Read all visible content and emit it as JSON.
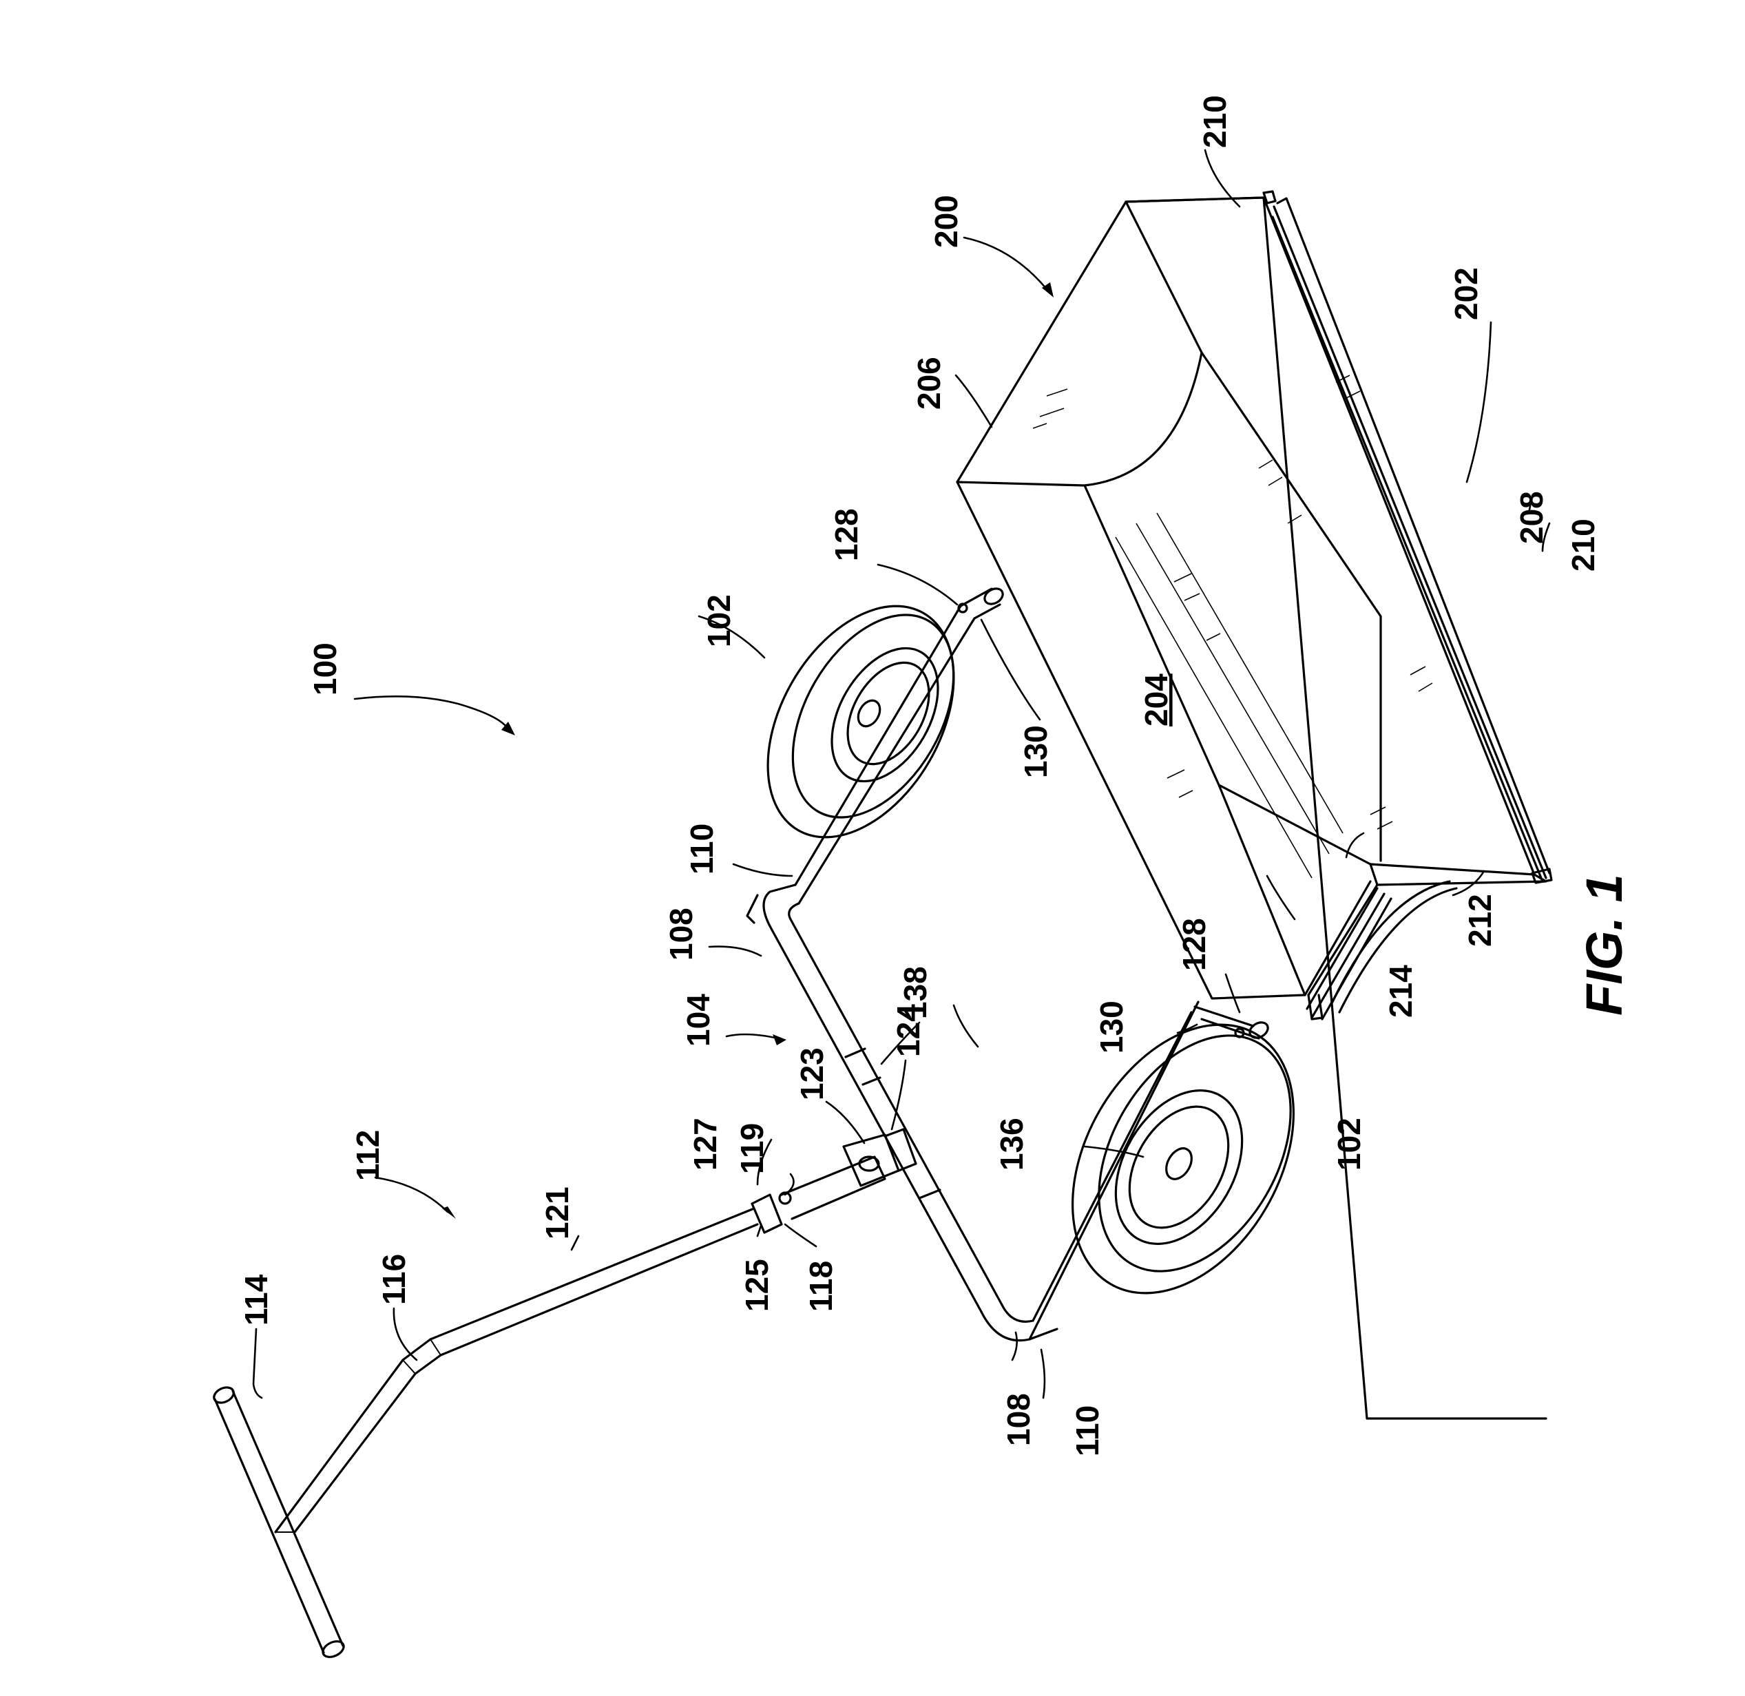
{
  "figure_title": "FIG. 1",
  "labels": {
    "l100": "100",
    "l102a": "102",
    "l102b": "102",
    "l104": "104",
    "l108a": "108",
    "l108b": "108",
    "l110a": "110",
    "l110b": "110",
    "l112": "112",
    "l114": "114",
    "l116": "116",
    "l118": "118",
    "l119": "119",
    "l121": "121",
    "l123": "123",
    "l124": "124",
    "l125": "125",
    "l127": "127",
    "l128a": "128",
    "l128b": "128",
    "l130a": "130",
    "l130b": "130",
    "l136": "136",
    "l138": "138",
    "l200": "200",
    "l202": "202",
    "l204": "204",
    "l206": "206",
    "l208": "208",
    "l210a": "210",
    "l210b": "210",
    "l212": "212",
    "l214": "214"
  }
}
